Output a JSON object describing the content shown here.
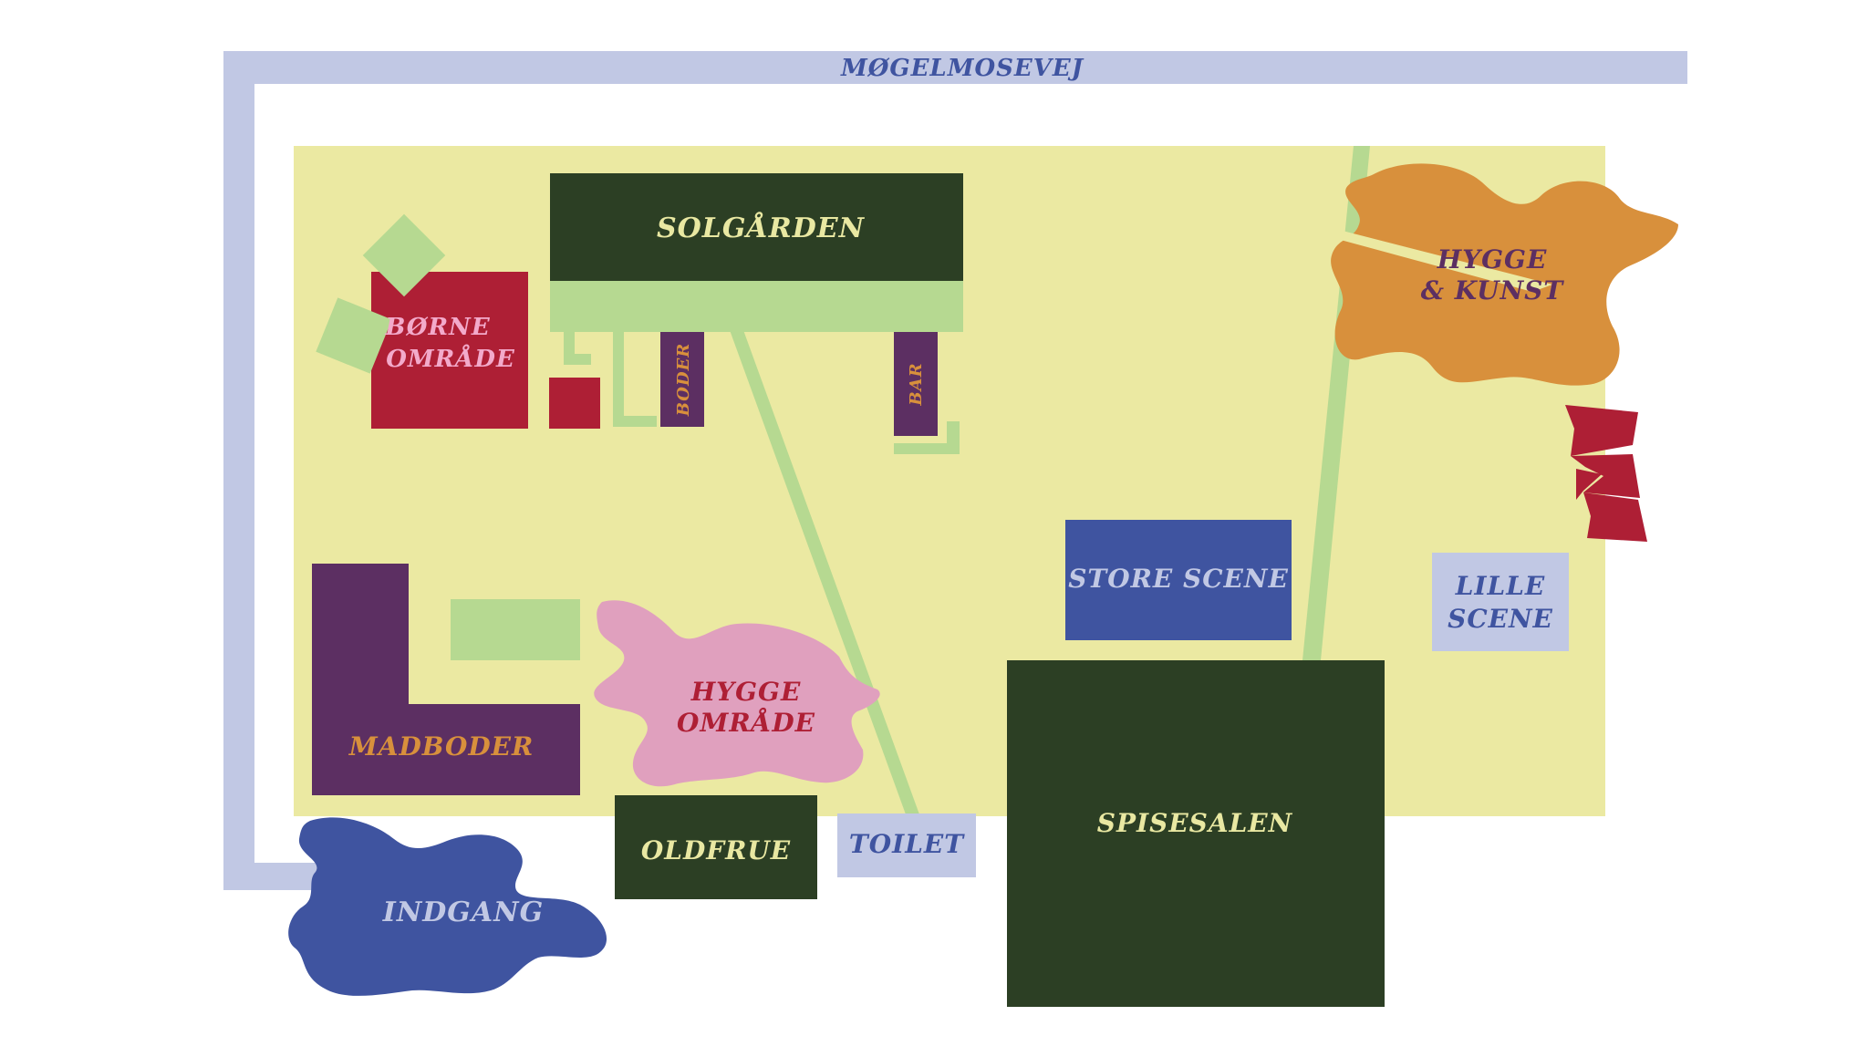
{
  "colors": {
    "background": "#ffffff",
    "road": "#c1c8e4",
    "grounds": "#ebe9a2",
    "path": "#b6d991",
    "dark_green": "#2c3f24",
    "crimson": "#ae1f35",
    "purple": "#5c2f62",
    "pink": "#e0a0be",
    "orange": "#d8903c",
    "blue": "#3f54a0",
    "light_green_text": "#e9e8a2",
    "pink_text": "#f3aacb",
    "orange_text": "#d8903c",
    "road_text": "#3f54a0"
  },
  "map": {
    "road_label": "MØGELMOSEVEJ",
    "solgaarden": "SOLGÅRDEN",
    "boerneomraade": [
      "BØRNE",
      "OMRÅDE"
    ],
    "boder": "BODER",
    "bar": "BAR",
    "hygge_kunst": [
      "HYGGE",
      "& KUNST"
    ],
    "store_scene": "STORE SCENE",
    "lille_scene": [
      "LILLE",
      "SCENE"
    ],
    "madboder": "MADBODER",
    "hyggeomraade": [
      "HYGGE",
      "OMRÅDE"
    ],
    "oldfrue": "OLDFRUE",
    "toilet": "TOILET",
    "spisesalen": "SPISESALEN",
    "indgang": "INDGANG"
  }
}
